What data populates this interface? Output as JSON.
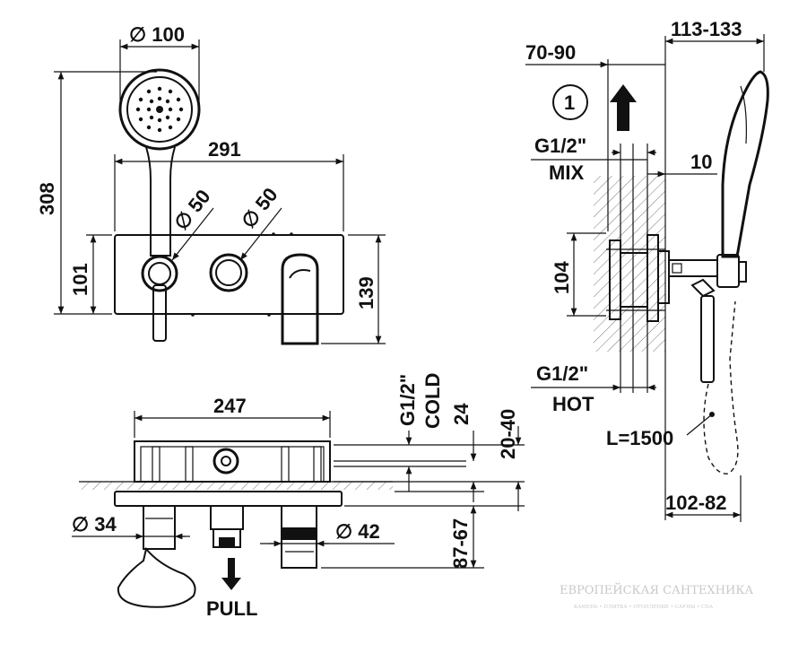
{
  "front_view": {
    "dim_handshower_dia": "∅ 100",
    "dim_total_height": "308",
    "dim_width": "291",
    "dim_knob1_dia": "∅ 50",
    "dim_knob2_dia": "∅ 50",
    "dim_plate_height": "101",
    "dim_spout_height": "139"
  },
  "top_view": {
    "dim_box_width": "247",
    "label_inlet": "G1/2\"",
    "label_cold": "COLD",
    "dim_24": "24",
    "dim_20_40": "20-40",
    "dim_knob_dia": "∅ 34",
    "dim_spout_dia": "∅ 42",
    "dim_87_67": "87-67",
    "label_pull": "PULL"
  },
  "side_view": {
    "dim_113_133": "113-133",
    "dim_70_90": "70-90",
    "callout_number": "1",
    "label_mix_thread": "G1/2\"",
    "label_mix": "MIX",
    "dim_10": "10",
    "dim_104": "104",
    "label_hot_thread": "G1/2\"",
    "label_hot": "HOT",
    "label_hose": "L=1500",
    "dim_102_82": "102-82"
  },
  "watermark": {
    "brand": "ЕВРОПЕЙСКАЯ САНТЕХНИКА",
    "tagline": "КАМЕНЬ • ПЛИТКА • ОТОПЛЕНИЕ • САУНЫ • СПА"
  }
}
